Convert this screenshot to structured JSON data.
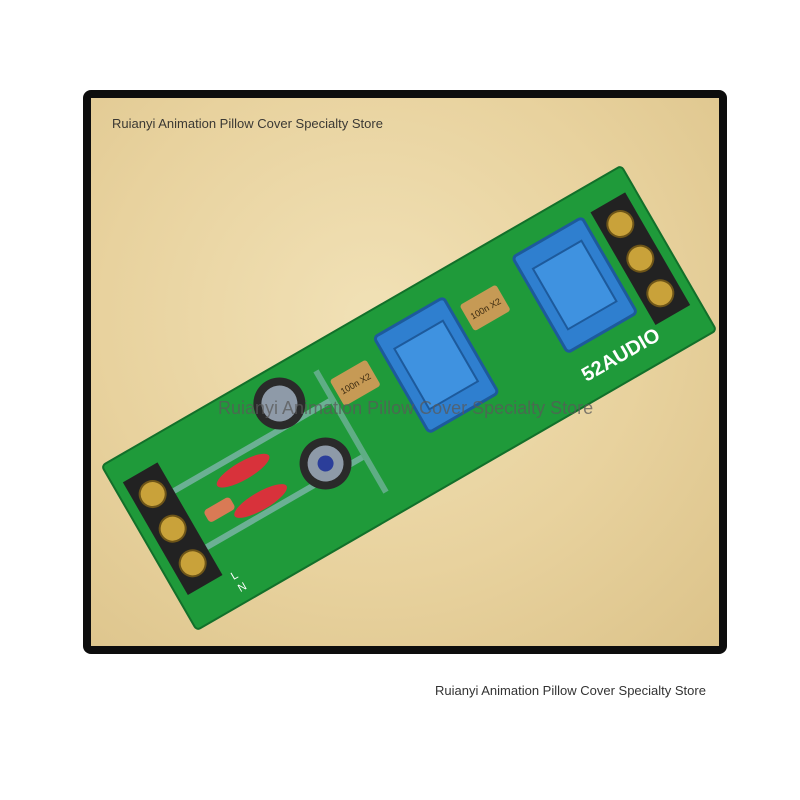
{
  "watermark": {
    "top": "Ruianyi Animation Pillow Cover Specialty Store",
    "center": "Ruianyi Animation Pillow Cover Specialty Store"
  },
  "caption": "Ruianyi Animation Pillow Cover Specialty Store",
  "board": {
    "brand_silkscreen": "52AUDIO",
    "capacitor_marking_1": "100n X2",
    "capacitor_marking_2": "100n X2",
    "terminal_labels": [
      "L",
      "N"
    ]
  },
  "colors": {
    "pcb": "#1f9a3a",
    "background": "#e8d29e",
    "transformer": "#2f7fcf",
    "frame": "#0d0d0d"
  }
}
